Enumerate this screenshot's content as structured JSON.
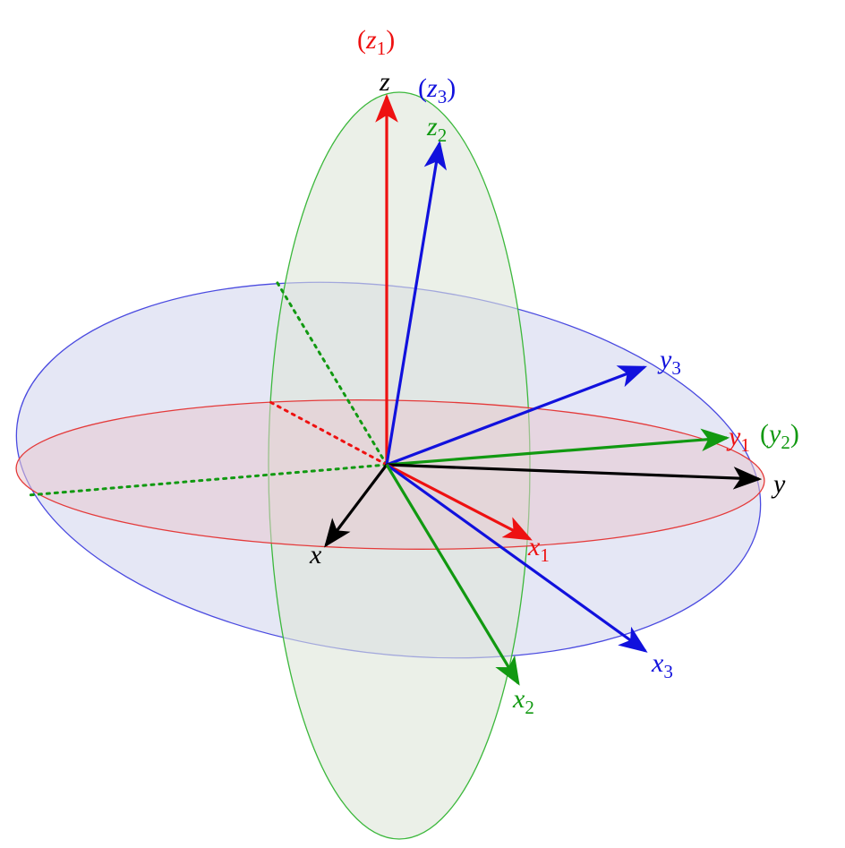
{
  "colors": {
    "black": "#000000",
    "red": "#ee1111",
    "green": "#119911",
    "blue": "#1111dd",
    "red_outline": "#e43a3a",
    "green_outline": "#3cb83c",
    "blue_outline": "#4a4ae0",
    "red_fill": "#e8c9cf",
    "green_fill": "#dde6d8",
    "blue_fill": "#dcdff2"
  },
  "labels": {
    "z1": {
      "open": "(",
      "var": "z",
      "sub": "1",
      "close": ")"
    },
    "z": {
      "var": "z"
    },
    "z3": {
      "open": "(",
      "var": "z",
      "sub": "3",
      "close": ")"
    },
    "z2": {
      "var": "z",
      "sub": "2"
    },
    "y3": {
      "var": "y",
      "sub": "3"
    },
    "y1": {
      "var": "y",
      "sub": "1"
    },
    "y2": {
      "open": "(",
      "var": "y",
      "sub": "2",
      "close": ")"
    },
    "y": {
      "var": "y"
    },
    "x": {
      "var": "x"
    },
    "x1": {
      "var": "x",
      "sub": "1"
    },
    "x3": {
      "var": "x",
      "sub": "3"
    },
    "x2": {
      "var": "x",
      "sub": "2"
    }
  }
}
